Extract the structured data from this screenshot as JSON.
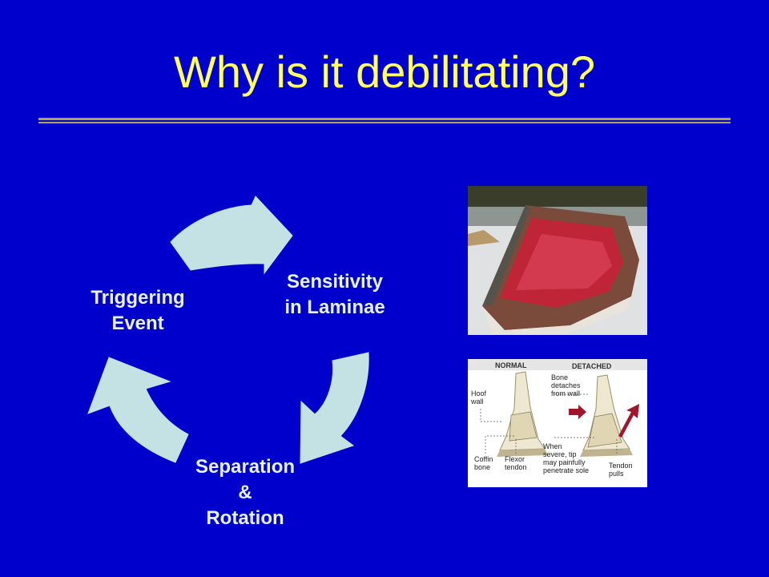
{
  "slide": {
    "title": "Why is it debilitating?"
  },
  "cycle": {
    "trigger": "Triggering\nEvent",
    "sensitivity": "Sensitivity\nin Laminae",
    "separation": "Separation\n&\nRotation"
  },
  "hoof_diagram": {
    "normal_heading": "NORMAL",
    "detached_heading": "DETACHED",
    "hoof_wall": "Hoof\nwall",
    "coffin_bone": "Coffin\nbone",
    "flexor_tendon": "Flexor\ntendon",
    "bone_detaches": "Bone\ndetaches\nfrom wall",
    "when_severe": "When\nsevere, tip\nmay painfully\npenetrate sole",
    "tendon_pulls": "Tendon\npulls"
  },
  "colors": {
    "background": "#0000cc",
    "title": "#ffff66",
    "rule": "#b2a54a",
    "arrow": "#c4e2e4",
    "label": "#e8f1f5"
  }
}
